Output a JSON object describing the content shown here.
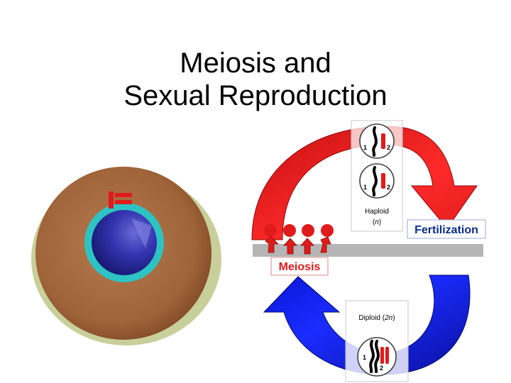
{
  "slide": {
    "title_line1": "Meiosis and",
    "title_line2": "Sexual Reproduction"
  },
  "diagram": {
    "fertilization_label": "Fertilization",
    "meiosis_label": "Meiosis",
    "haploid": {
      "label": "Haploid",
      "symbol": "n"
    },
    "diploid": {
      "label": "Diploid",
      "symbol": "2n"
    },
    "chromosome_numbers": [
      "1",
      "2"
    ]
  },
  "colors": {
    "fertilization_arrow": "#e01b1b",
    "meiosis_arrow": "#0a16d8",
    "label_text_fertilization": "#0a2c8a",
    "label_text_meiosis": "#e01b1b",
    "gamete": "#e01b1b",
    "cell_body": "#a5693f",
    "nucleus": "#27279a",
    "nuclear_envelope": "#2ec3c3"
  }
}
